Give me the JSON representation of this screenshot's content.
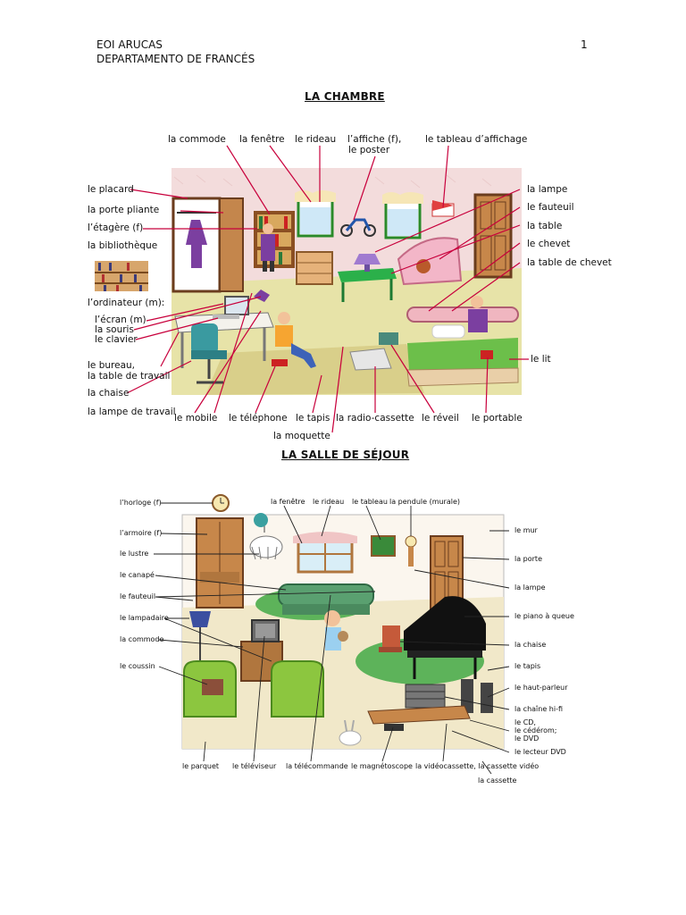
{
  "header": {
    "school": "EOI ARUCAS",
    "department": "DEPARTAMENTO DE FRANCÉS",
    "page_number": "1"
  },
  "section1": {
    "title": "LA CHAMBRE",
    "labels": {
      "commode": "la commode",
      "fenetre": "la fenêtre",
      "rideau": "le rideau",
      "affiche_1": "l’affiche (f),",
      "affiche_2": "le poster",
      "tableau_affichage": "le tableau d’affichage",
      "placard": "le placard",
      "porte_pliante": "la porte pliante",
      "etagere": "l’étagère (f)",
      "bibliotheque": "la bibliothèque",
      "ordinateur": "l’ordinateur (m):",
      "ecran": "l’écran (m)",
      "souris": "la souris",
      "clavier": "le clavier",
      "bureau_1": "le bureau,",
      "bureau_2": "la table de travail",
      "chaise": "la chaise",
      "lampe_travail": "la lampe de travail",
      "lampe": "la lampe",
      "fauteuil": "le fauteuil",
      "table": "la table",
      "chevet": "le chevet",
      "table_chevet": "la table de chevet",
      "lit": "le lit",
      "mobile": "le mobile",
      "telephone": "le téléphone",
      "tapis": "le tapis",
      "radio_cassette": "la radio-cassette",
      "reveil": "le réveil",
      "portable": "le portable",
      "moquette": "la moquette"
    }
  },
  "section2": {
    "title": "LA SALLE DE SÉJOUR",
    "labels": {
      "horloge": "l’horloge (f)",
      "armoire": "l’armoire (f)",
      "lustre": "le lustre",
      "canape": "le canapé",
      "fauteuil": "le fauteuil",
      "lampadaire": "le lampadaire",
      "commode": "la commode",
      "coussin": "le coussin",
      "fenetre": "la fenêtre",
      "rideau": "le rideau",
      "tableau": "le tableau",
      "pendule": "la pendule (murale)",
      "mur": "le mur",
      "porte": "la porte",
      "lampe": "la lampe",
      "piano": "le piano à queue",
      "chaise": "la chaise",
      "tapis": "le tapis",
      "haut_parleur": "le haut-parleur",
      "chaine": "la chaîne hi-fi",
      "cd_1": "le CD,",
      "cd_2": "le cédérom;",
      "cd_3": "le DVD",
      "lecteur_dvd": "le lecteur DVD",
      "parquet": "le parquet",
      "televiseur": "le téléviseur",
      "telecommande": "la télécommande",
      "magnetoscope": "le magnétoscope",
      "videocassette": "la vidéocassette, la cassette vidéo",
      "cassette": "la cassette"
    }
  },
  "colors": {
    "leader_line": "#c8003c",
    "leader_line_2": "#222222",
    "room_wall": "#f3dcdc",
    "floor": "#e7e3a8",
    "wall2": "#fbf6ee",
    "rug": "#5db35a"
  }
}
